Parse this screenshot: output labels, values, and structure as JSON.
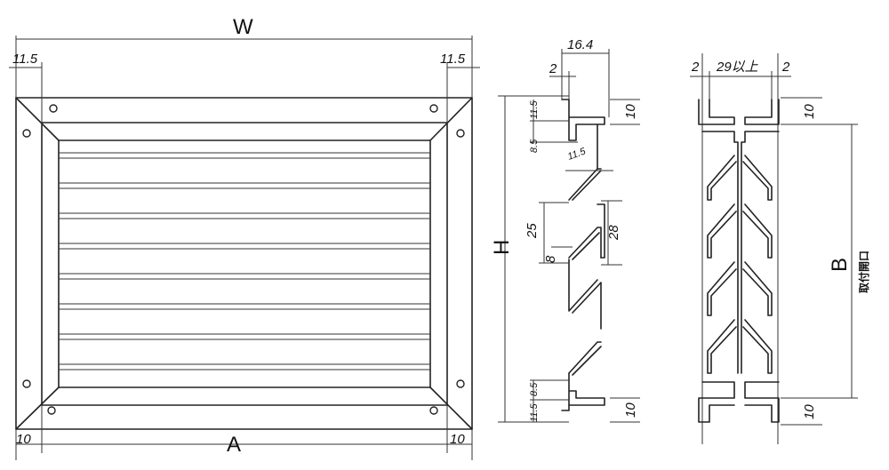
{
  "front_view": {
    "width_label": "W",
    "bottom_label": "A",
    "top_left_dim": "11.5",
    "top_right_dim": "11.5",
    "bottom_left_dim": "10",
    "bottom_right_dim": "10"
  },
  "section_left": {
    "height_label": "H",
    "top_width": "16.4",
    "lip": "2",
    "flange": "10",
    "top_stack": [
      "11.5",
      "8.5"
    ],
    "slat_offset": "11.5",
    "pitch": "25",
    "slat_height": "28",
    "slat_gap": "8",
    "bottom_stack": [
      "8.5",
      "11.5"
    ],
    "bottom_flange": "10"
  },
  "section_right": {
    "left_lip": "2",
    "right_lip": "2",
    "depth": "29以上",
    "top_flange": "10",
    "bottom_flange": "10",
    "opening_label": "B",
    "opening_text": "取付開口"
  }
}
